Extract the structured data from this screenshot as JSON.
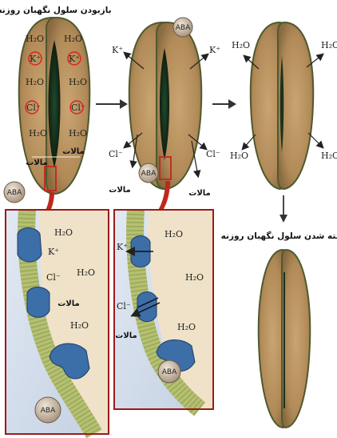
{
  "captions": {
    "opening": "بازبودن سلول نگهبان روزنه",
    "closing": "بسته شدن سلول نگهبان روزنه"
  },
  "labels": {
    "water": "H₂O",
    "potassium": "K⁺",
    "chloride": "Cl⁻",
    "malate": "مالات",
    "aba": "ABA"
  },
  "colors": {
    "cell_fill": "#b18a58",
    "cell_dark": "#6f5231",
    "pore": "#0e1f12",
    "membrane_green": "#b6c173",
    "channel_blue": "#3c6ea8",
    "frame_red": "#9a1b1b",
    "arrow_red": "#c0281c",
    "panel_bg": "#d5dfec",
    "aba_ball": "#c9b89f"
  },
  "icons": [
    "arrow-right-icon",
    "arrow-down-icon",
    "zoom-arrow-icon"
  ]
}
